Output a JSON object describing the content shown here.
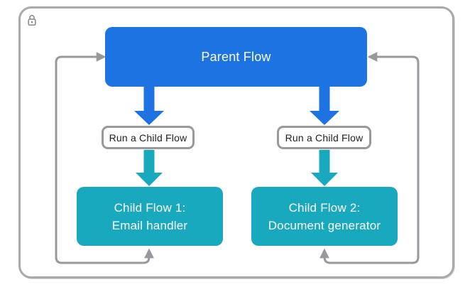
{
  "diagram": {
    "title_hint": "Parent flow calling child flows",
    "nodes": {
      "parent": {
        "label": "Parent Flow"
      },
      "run_left": {
        "label": "Run a Child Flow"
      },
      "run_right": {
        "label": "Run a Child Flow"
      },
      "child1": {
        "lines": [
          "Child Flow 1:",
          "Email handler"
        ]
      },
      "child2": {
        "lines": [
          "Child Flow 2:",
          "Document generator"
        ]
      }
    },
    "icons": {
      "top_left": "lock-icon"
    },
    "colors": {
      "parent_blue": "#1e73e3",
      "child_teal": "#19a9be",
      "connector_gray": "#97999c",
      "frame_gray": "#a7aaad",
      "text_dark": "#202124",
      "node_text_light": "#ffffff"
    }
  }
}
